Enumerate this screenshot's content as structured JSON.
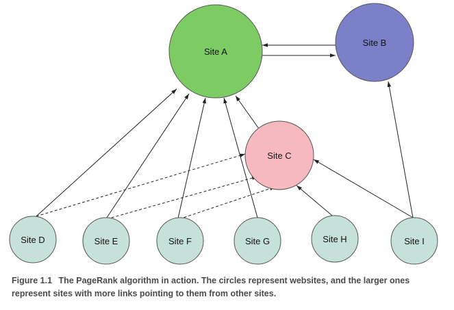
{
  "diagram": {
    "nodes": [
      {
        "id": "A",
        "label": "Site A",
        "fill": "#7ccc63"
      },
      {
        "id": "B",
        "label": "Site B",
        "fill": "#7c80c8"
      },
      {
        "id": "C",
        "label": "Site C",
        "fill": "#f6b9c0"
      },
      {
        "id": "D",
        "label": "Site D",
        "fill": "#c6e0da"
      },
      {
        "id": "E",
        "label": "Site E",
        "fill": "#c6e0da"
      },
      {
        "id": "F",
        "label": "Site F",
        "fill": "#c6e0da"
      },
      {
        "id": "G",
        "label": "Site G",
        "fill": "#c6e0da"
      },
      {
        "id": "H",
        "label": "Site H",
        "fill": "#c6e0da"
      },
      {
        "id": "I",
        "label": "Site I",
        "fill": "#c6e0da"
      }
    ],
    "edges": [
      {
        "from": "B",
        "to": "A",
        "style": "solid"
      },
      {
        "from": "A",
        "to": "B",
        "style": "solid"
      },
      {
        "from": "C",
        "to": "A",
        "style": "solid"
      },
      {
        "from": "D",
        "to": "A",
        "style": "solid"
      },
      {
        "from": "E",
        "to": "A",
        "style": "solid"
      },
      {
        "from": "F",
        "to": "A",
        "style": "solid"
      },
      {
        "from": "G",
        "to": "A",
        "style": "solid"
      },
      {
        "from": "I",
        "to": "B",
        "style": "solid"
      },
      {
        "from": "H",
        "to": "C",
        "style": "solid"
      },
      {
        "from": "I",
        "to": "C",
        "style": "solid"
      },
      {
        "from": "D",
        "to": "C",
        "style": "dashed"
      },
      {
        "from": "E",
        "to": "C",
        "style": "dashed"
      },
      {
        "from": "F",
        "to": "C",
        "style": "dashed"
      }
    ],
    "colors": {
      "stroke": "#222222",
      "node_outline": "#555555"
    }
  },
  "caption": {
    "figure_number": "Figure 1.1",
    "text": "The PageRank algorithm in action. The circles represent websites, and the larger ones represent sites with more links pointing to them from other sites."
  }
}
